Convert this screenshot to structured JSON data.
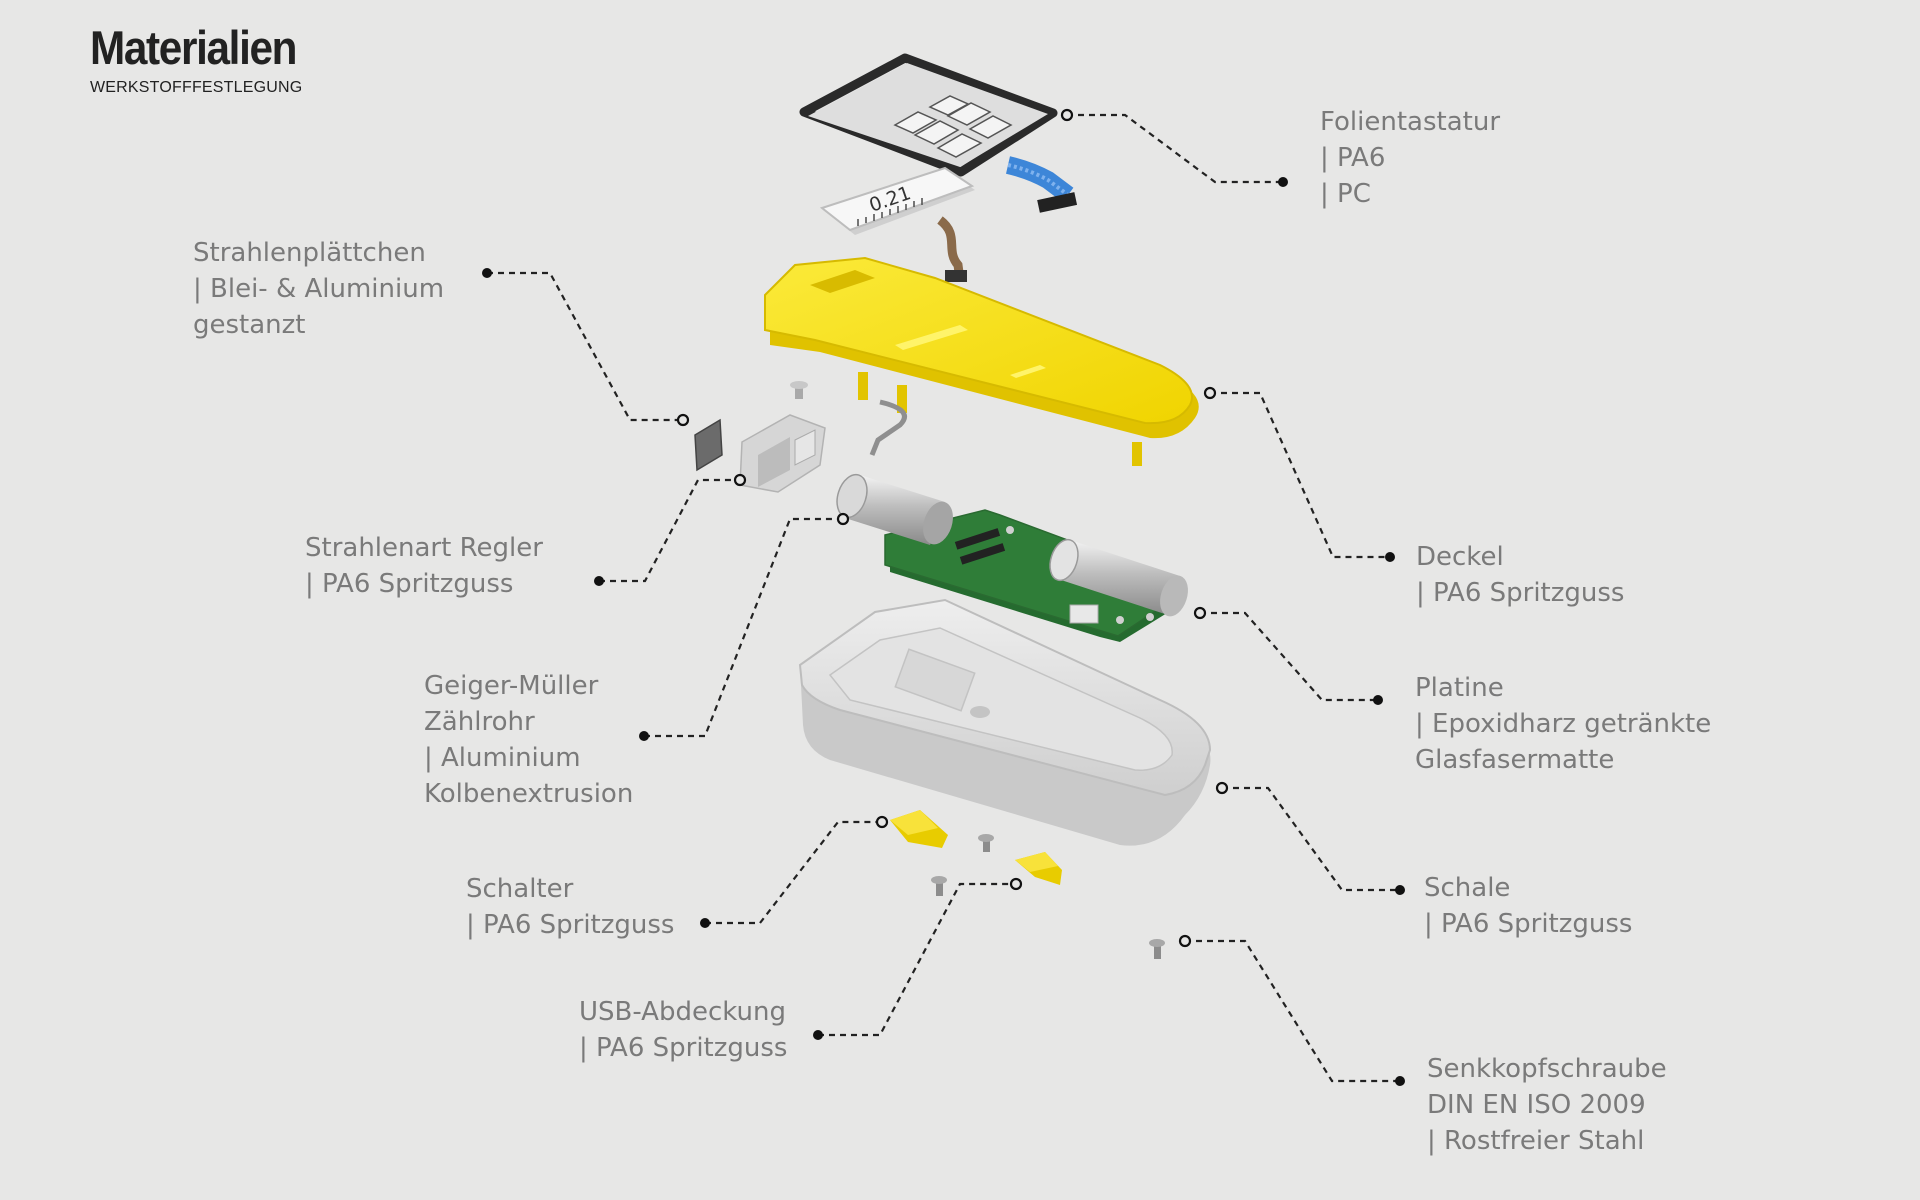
{
  "header": {
    "title": "Materialien",
    "subtitle": "WERKSTOFFFESTLEGUNG"
  },
  "display": {
    "reading": "0.21"
  },
  "colors": {
    "background": "#e7e7e6",
    "lid_yellow": "#f5de14",
    "pcb_green": "#2f7d38",
    "shell_grey": "#d9d9d9",
    "label_grey": "#7a7a7a"
  },
  "labels": {
    "folientastatur": {
      "lines": [
        "Folientastatur",
        "| PA6",
        "| PC"
      ]
    },
    "strahlenplaettchen": {
      "lines": [
        "Strahlenplättchen",
        "| Blei- & Aluminium",
        "gestanzt"
      ]
    },
    "strahlenart_regler": {
      "lines": [
        "Strahlenart Regler",
        "| PA6 Spritzguss"
      ]
    },
    "geiger_mueller": {
      "lines": [
        "Geiger-Müller",
        "Zählrohr",
        "| Aluminium",
        "Kolbenextrusion"
      ]
    },
    "schalter": {
      "lines": [
        "Schalter",
        "| PA6 Spritzguss"
      ]
    },
    "usb_abdeckung": {
      "lines": [
        "USB-Abdeckung",
        "| PA6 Spritzguss"
      ]
    },
    "deckel": {
      "lines": [
        "Deckel",
        "| PA6 Spritzguss"
      ]
    },
    "platine": {
      "lines": [
        "Platine",
        "| Epoxidharz getränkte",
        "Glasfasermatte"
      ]
    },
    "schale": {
      "lines": [
        "Schale",
        "| PA6 Spritzguss"
      ]
    },
    "senkkopfschraube": {
      "lines": [
        "Senkkopfschraube",
        "DIN EN ISO 2009",
        "| Rostfreier Stahl"
      ]
    }
  }
}
